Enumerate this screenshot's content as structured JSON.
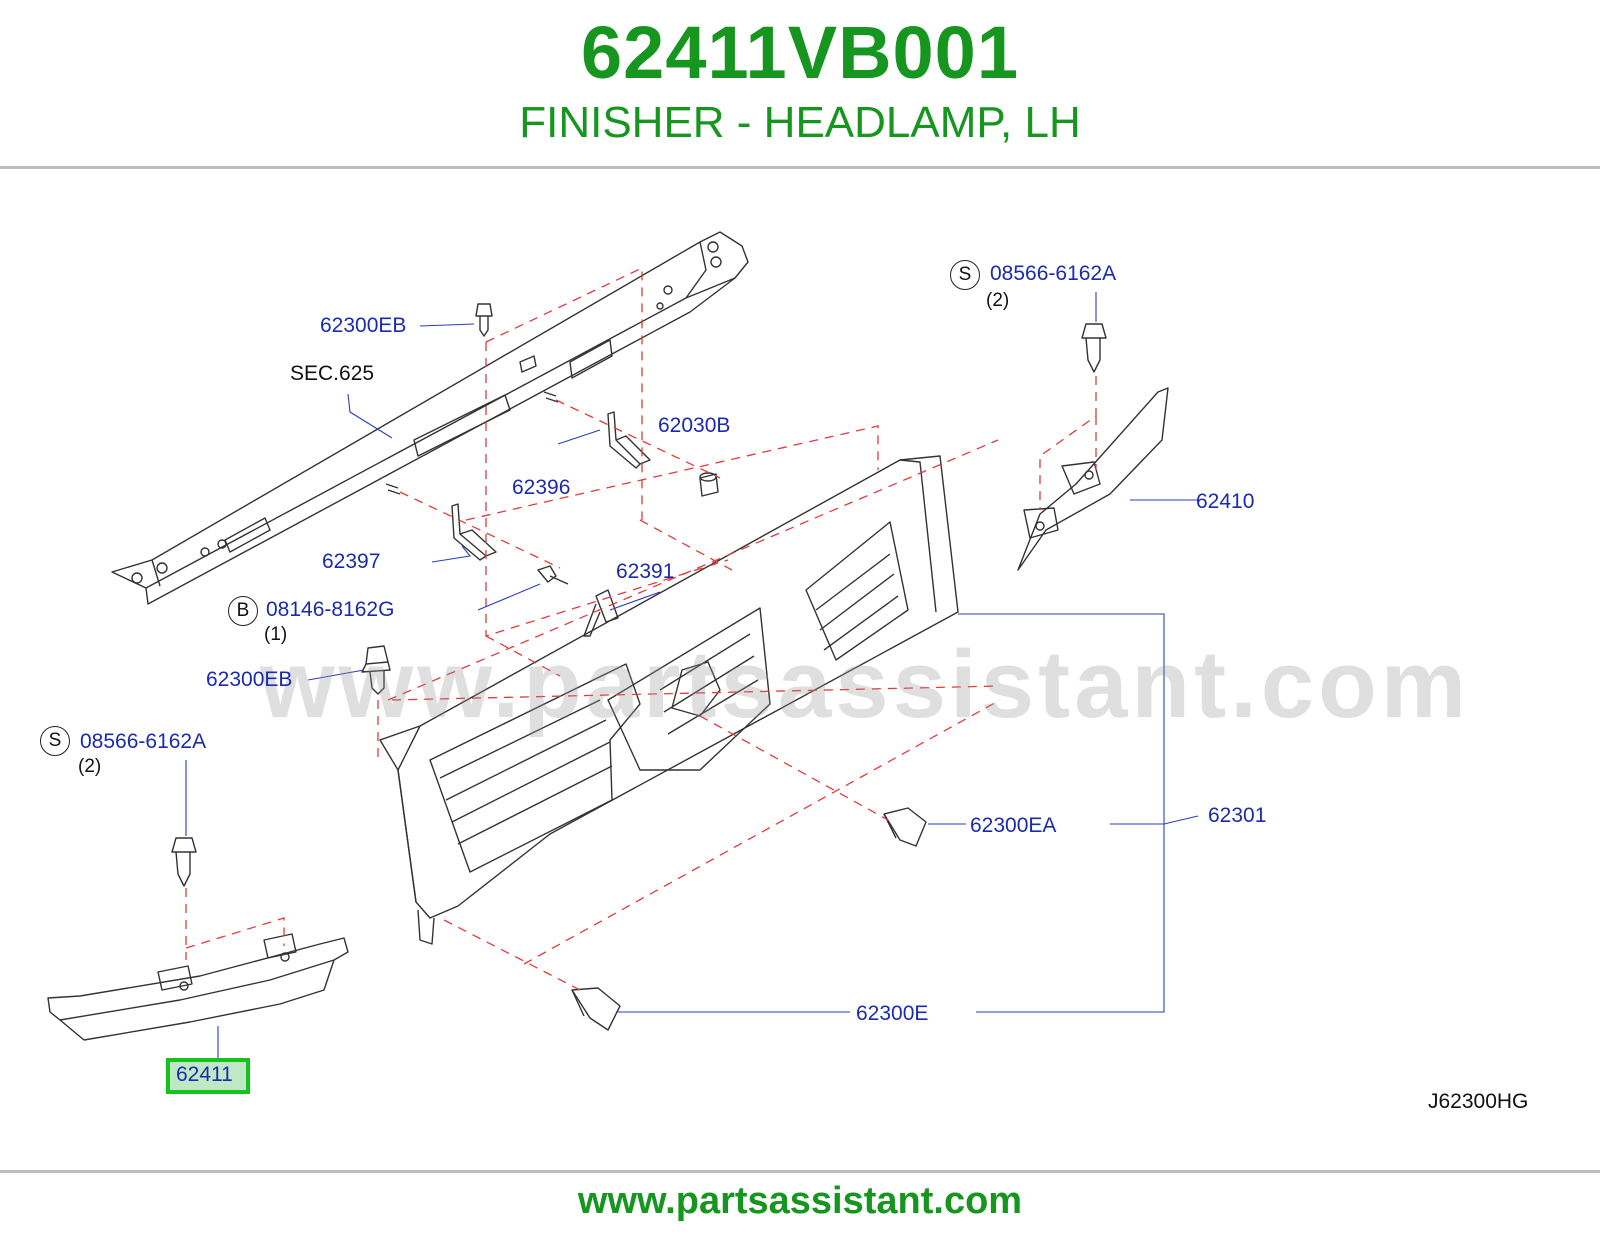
{
  "header": {
    "part_number": "62411VB001",
    "part_name": "FINISHER - HEADLAMP, LH"
  },
  "diagram": {
    "labels": {
      "p62300EB_top": "62300EB",
      "sec625": "SEC.625",
      "p62030B": "62030B",
      "p62396": "62396",
      "p62397": "62397",
      "p62391": "62391",
      "p08146": "08146-8162G",
      "p08146_qty": "(1)",
      "p62300EB_mid": "62300EB",
      "s_right": "08566-6162A",
      "s_right_qty": "(2)",
      "p62410": "62410",
      "s_left": "08566-6162A",
      "s_left_qty": "(2)",
      "p62301": "62301",
      "p62300EA": "62300EA",
      "p62300E": "62300E",
      "p62411": "62411",
      "figure_code": "J62300HG"
    },
    "callout_letters": {
      "b": "B",
      "s": "S"
    },
    "highlighted_part": "62411",
    "colors": {
      "title": "#16961e",
      "label": "#1a2bb0",
      "dashed": "#e23b3b",
      "highlight_border": "#16c21e",
      "highlight_fill": "#bfe8c4"
    }
  },
  "watermark": "www.partsassistant.com",
  "footer": {
    "url": "www.partsassistant.com"
  }
}
